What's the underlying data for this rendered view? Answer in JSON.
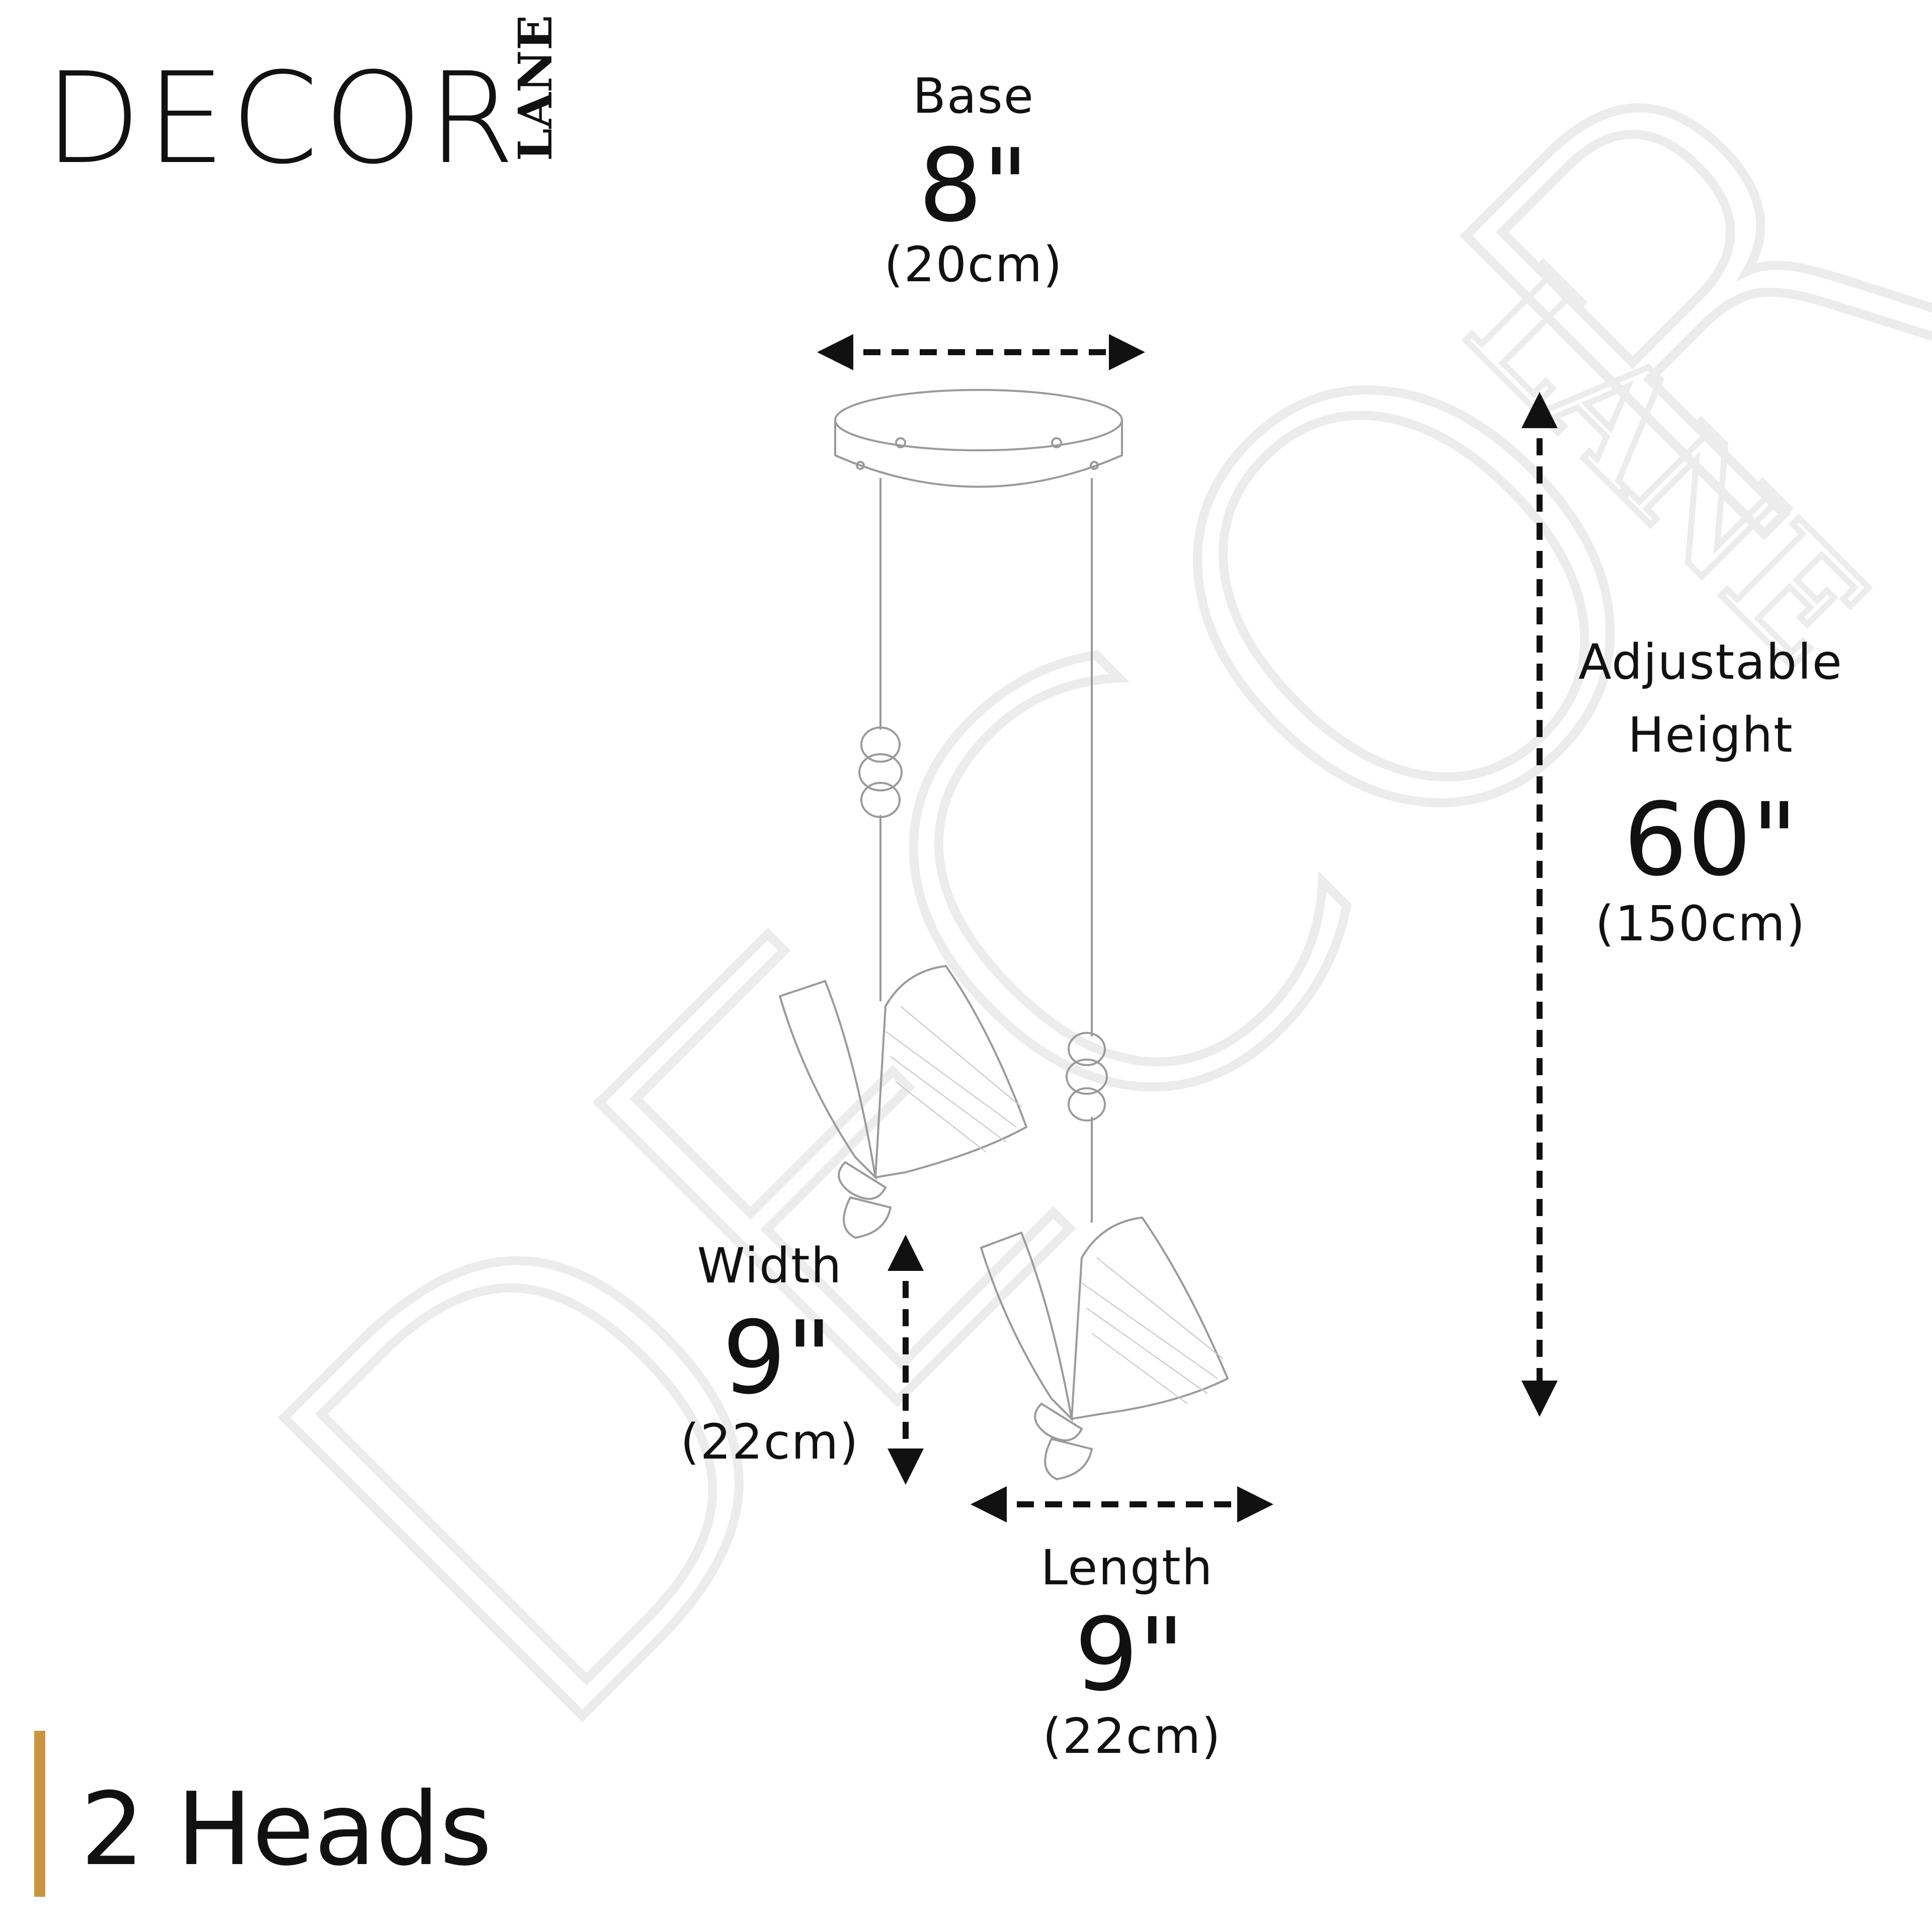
{
  "brand": {
    "name": "DECOR",
    "suffix": "LANE"
  },
  "watermark": {
    "text": "DECOR",
    "suffix": "LANE"
  },
  "base": {
    "label": "Base",
    "imperial": "8\"",
    "metric": "(20cm)"
  },
  "height": {
    "label_line1": "Adjustable",
    "label_line2": "Height",
    "imperial": "60\"",
    "metric": "(150cm)"
  },
  "width": {
    "label": "Width",
    "imperial": "9\"",
    "metric": "(22cm)"
  },
  "length": {
    "label": "Length",
    "imperial": "9\"",
    "metric": "(22cm)"
  },
  "heads": {
    "label": "2 Heads",
    "accent_color": "#c9963f"
  },
  "colors": {
    "text": "#111111",
    "watermark": "#ececec",
    "arrow": "#111111"
  }
}
